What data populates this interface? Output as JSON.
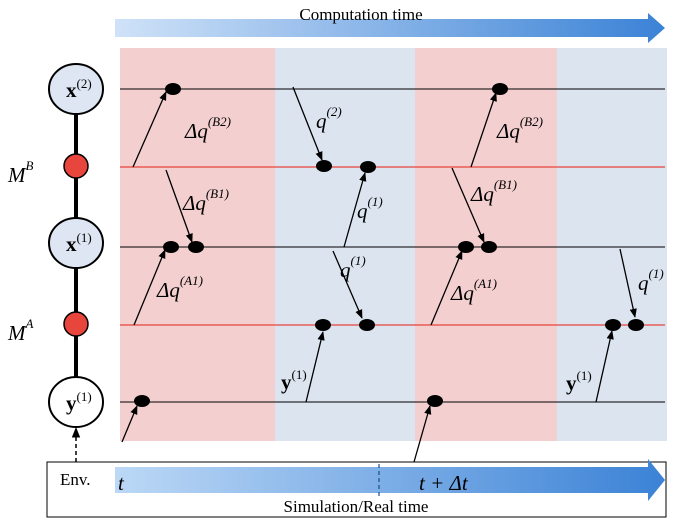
{
  "computation_time_label": "Computation time",
  "simulation_time_label": "Simulation/Real time",
  "env_label": "Env.",
  "time_t_label": "t",
  "time_t_dt_label": "t + Δt",
  "nodes": {
    "x2": {
      "main": "x",
      "sup": "(2)"
    },
    "x1": {
      "main": "x",
      "sup": "(1)"
    },
    "y1": {
      "main": "y",
      "sup": "(1)"
    }
  },
  "models": {
    "mb": {
      "main": "M",
      "sup": "B"
    },
    "ma": {
      "main": "M",
      "sup": "A"
    }
  },
  "labels": {
    "dq_b2": {
      "main": "Δq",
      "sup": "(B2)"
    },
    "dq_b1": {
      "main": "Δq",
      "sup": "(B1)"
    },
    "dq_a1": {
      "main": "Δq",
      "sup": "(A1)"
    },
    "q2": {
      "main": "q",
      "sup": "(2)"
    },
    "q1": {
      "main": "q",
      "sup": "(1)"
    },
    "y1": {
      "main": "y",
      "sup": "(1)"
    }
  },
  "colors": {
    "pink_band": "#f3cfcf",
    "blue_band": "#dbe4ef",
    "red_node": "#e8453c",
    "red_line": "#e8453c",
    "arrow_blue": "#3f86d9",
    "node_fill": "#dde6f2"
  }
}
